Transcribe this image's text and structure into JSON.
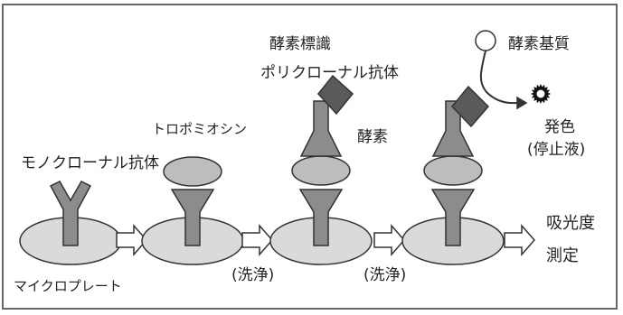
{
  "labels": {
    "monoclonal_antibody": "モノクローナル抗体",
    "microplate": "マイクロプレート",
    "tropomyosin": "トロポミオシン",
    "enzyme_labeled": "酵素標識",
    "polyclonal_antibody": "ポリクローナル抗体",
    "enzyme": "酵素",
    "enzyme_substrate": "酵素基質",
    "color_development": "発色",
    "stop_solution": "(停止液)",
    "wash_1": "(洗浄)",
    "wash_2": "(洗浄)",
    "absorbance": "吸光度",
    "measurement": "測定"
  },
  "colors": {
    "plate": "#dadada",
    "antibody": "#8c8c8c",
    "antigen": "#bdbdbd",
    "enzyme": "#5a5a5a",
    "outline": "#333333"
  },
  "icons": {
    "arrow": "block-right-arrow",
    "substrate": "circle",
    "product": "starburst"
  }
}
